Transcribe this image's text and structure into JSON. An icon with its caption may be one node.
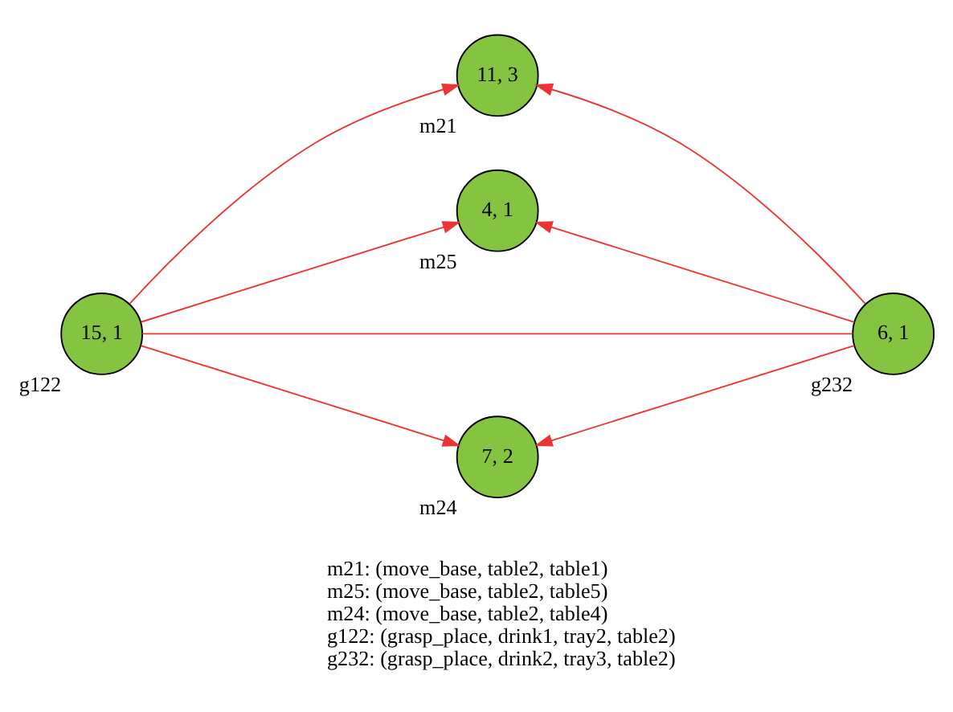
{
  "diagram": {
    "nodes": [
      {
        "text": [
          "11, 3"
        ],
        "beside": [
          "m21"
        ]
      },
      {
        "text": [
          "4, 1"
        ],
        "beside": [
          "m25"
        ]
      },
      {
        "text": [
          "15, 1"
        ],
        "beside": [
          "g122"
        ]
      },
      {
        "text": [
          "6, 1"
        ],
        "beside": [
          "g232"
        ]
      },
      {
        "text": [
          "7, 2"
        ],
        "beside": [
          "m24"
        ]
      }
    ],
    "edges": [
      {
        "from": 2,
        "to": 0,
        "arrow": "to"
      },
      {
        "from": 2,
        "to": 1,
        "arrow": "to"
      },
      {
        "from": 2,
        "to": 3,
        "arrow": "none"
      },
      {
        "from": 2,
        "to": 4,
        "arrow": "to"
      },
      {
        "from": 3,
        "to": 0,
        "arrow": "to"
      },
      {
        "from": 3,
        "to": 1,
        "arrow": "to"
      },
      {
        "from": 3,
        "to": 4,
        "arrow": "to"
      }
    ],
    "labels": [
      "m21: (move_base, table2, table1)",
      "m25: (move_base, table2, table5)",
      "m24: (move_base, table2, table4)",
      "g122: (grasp_place, drink1, tray2, table2)",
      "g232: (grasp_place, drink2, tray3, table2)"
    ]
  }
}
